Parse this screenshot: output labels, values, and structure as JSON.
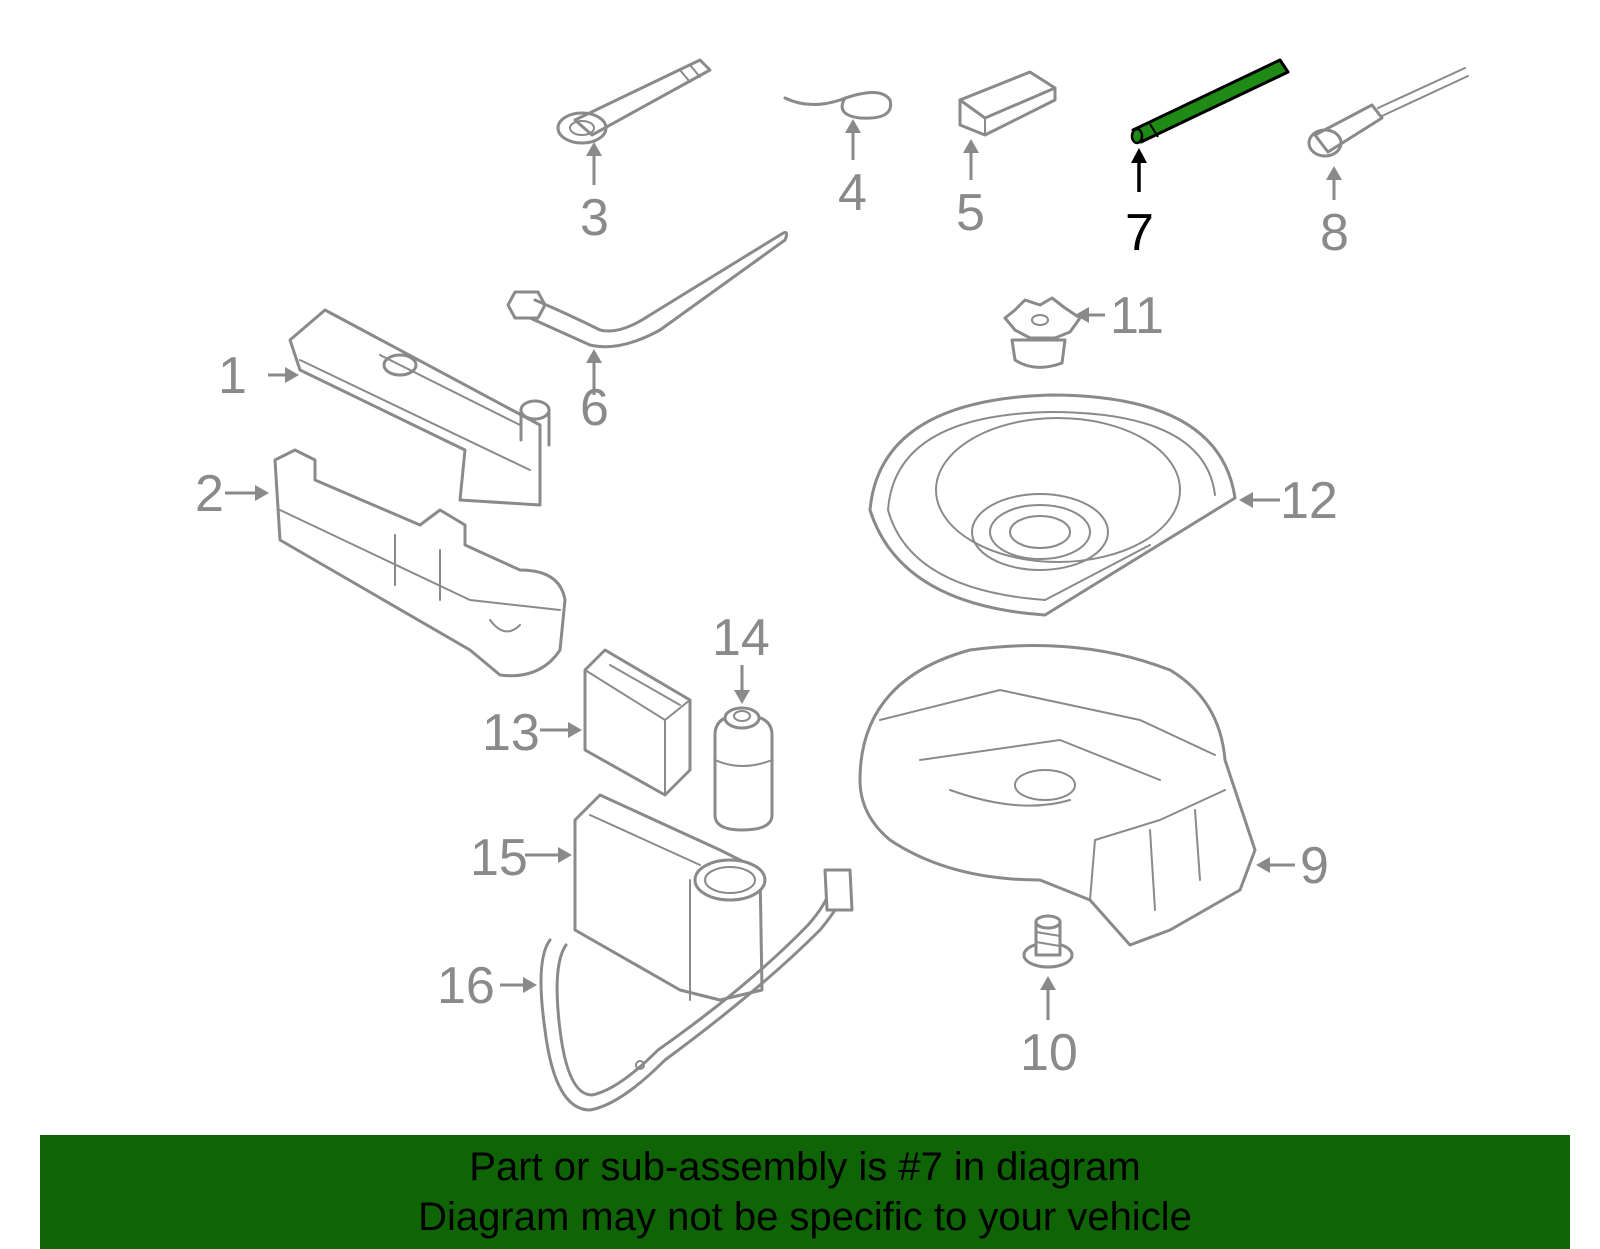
{
  "callouts": [
    "1",
    "2",
    "3",
    "4",
    "5",
    "6",
    "7",
    "8",
    "9",
    "10",
    "11",
    "12",
    "13",
    "14",
    "15",
    "16"
  ],
  "highlighted_part": "7",
  "colors": {
    "line_art": "#8a8a8a",
    "highlight_fill": "#1f8a16",
    "highlight_leader": "#000000",
    "banner_background": "#0f6406",
    "banner_text": "#000000"
  },
  "banner": {
    "line1": "Part or sub-assembly is #7 in diagram",
    "line2": "Diagram may not be specific to your vehicle"
  }
}
